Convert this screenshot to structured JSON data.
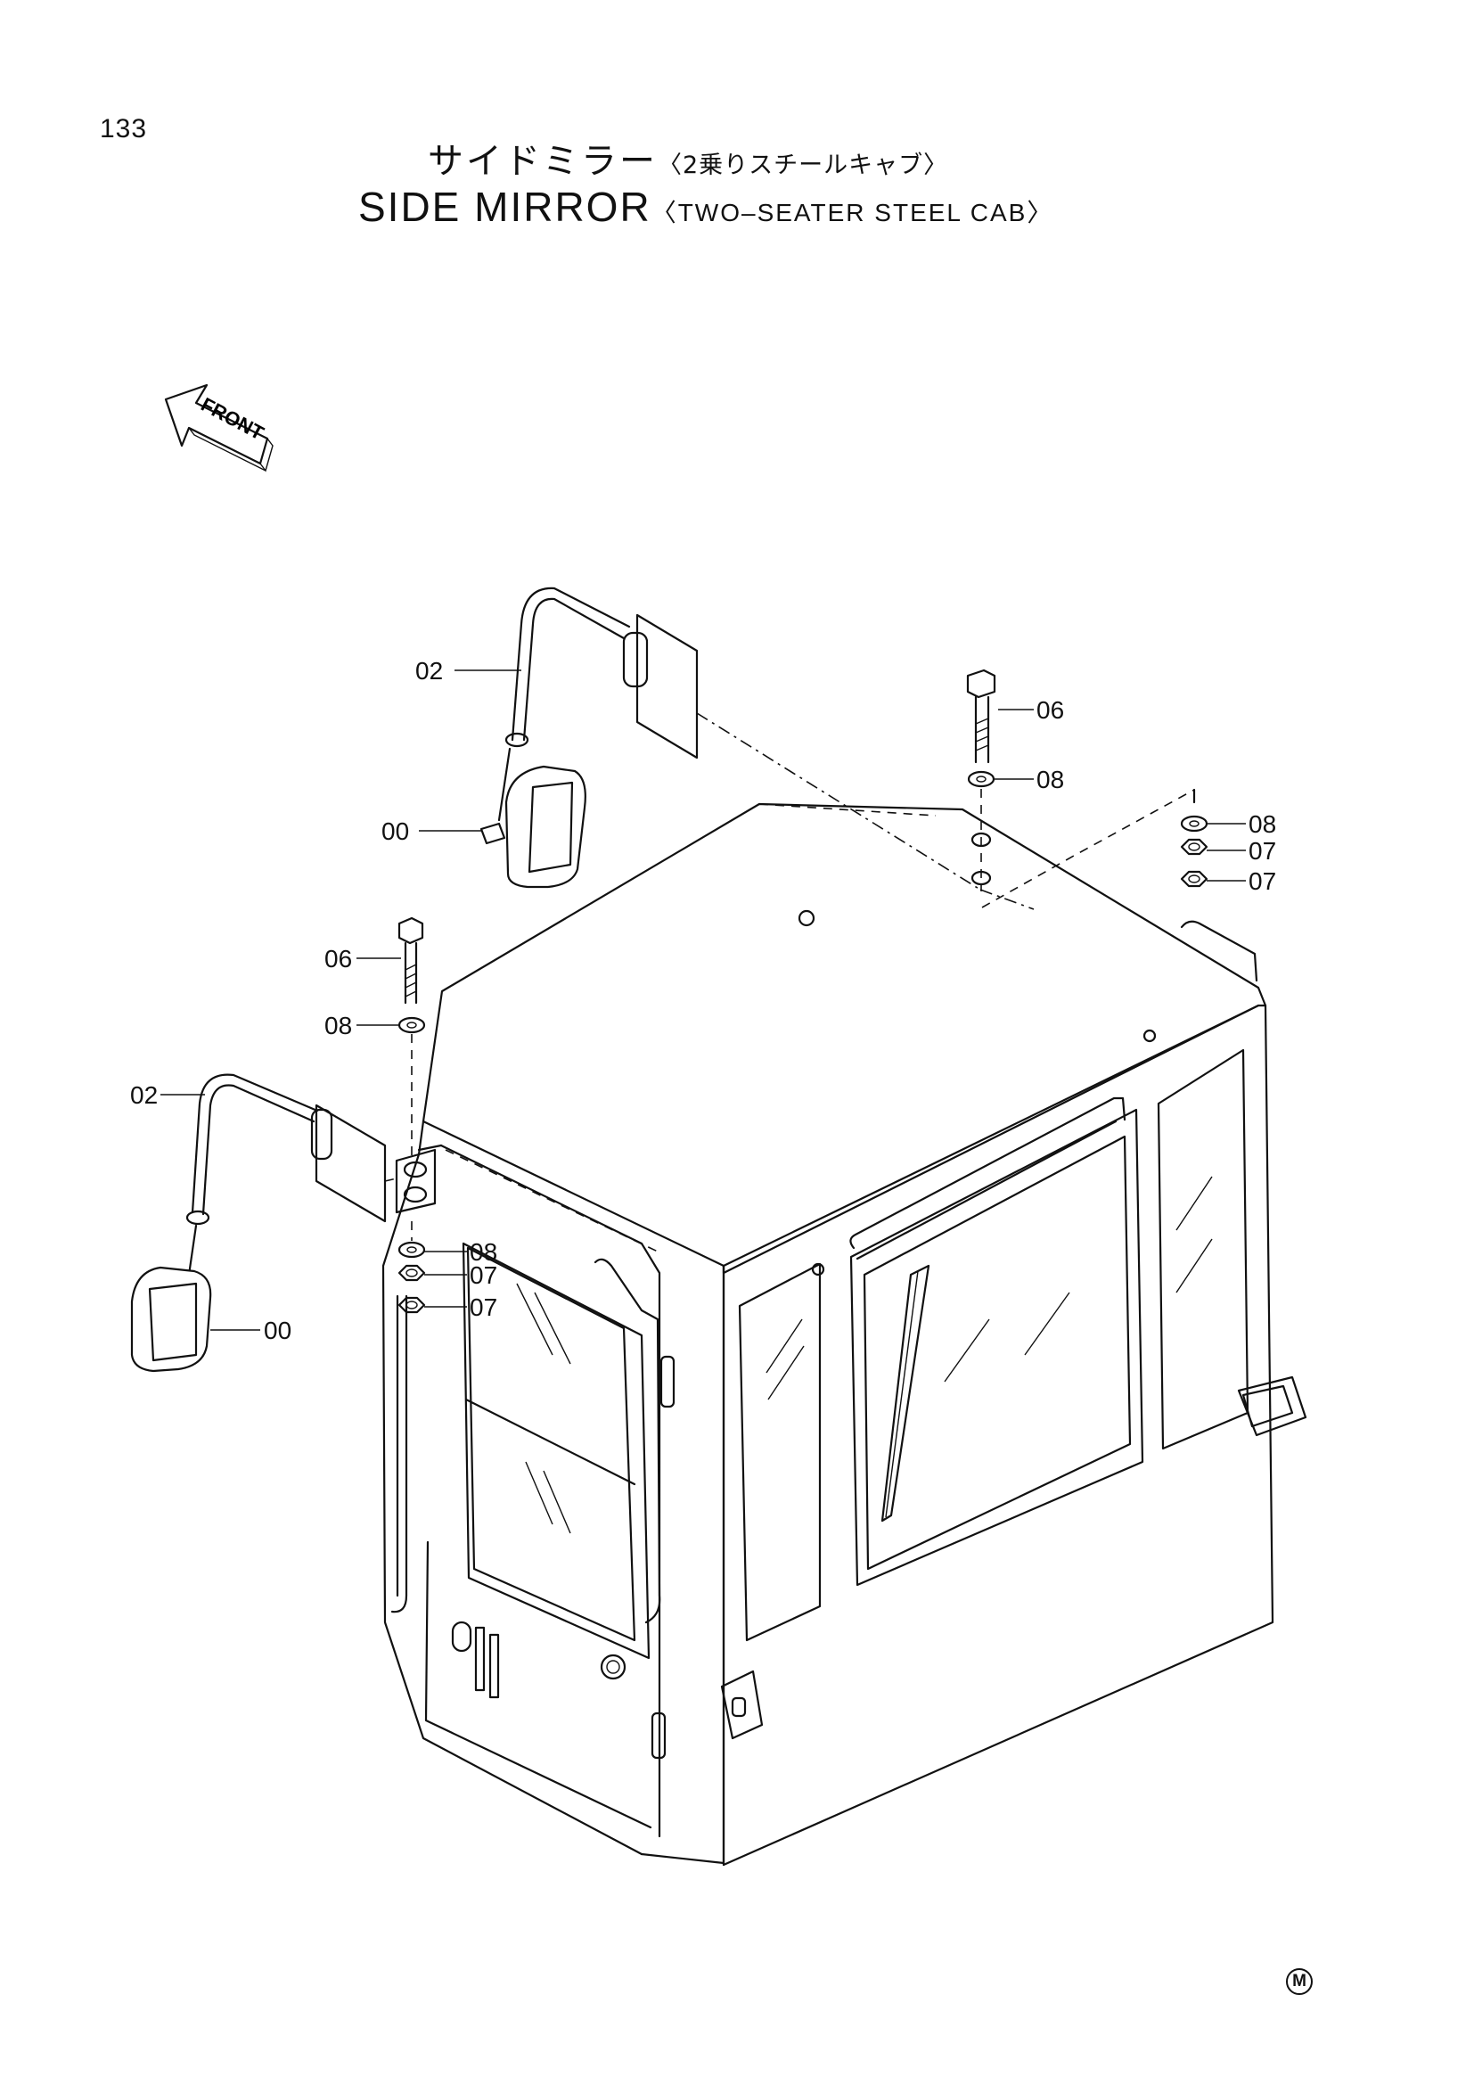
{
  "page_number": "133",
  "title_jp": {
    "main": "サイドミラー",
    "sub": "〈2乗りスチールキャブ〉"
  },
  "title_en": {
    "main": "SIDE  MIRROR",
    "sub": "〈TWO–SEATER  STEEL  CAB〉"
  },
  "front_label": "FRONT",
  "callouts": [
    {
      "id": "02",
      "text": "02"
    },
    {
      "id": "00",
      "text": "00"
    },
    {
      "id": "06",
      "text": "06"
    },
    {
      "id": "08",
      "text": "08"
    },
    {
      "id": "08",
      "text": "08"
    },
    {
      "id": "07",
      "text": "07"
    },
    {
      "id": "07",
      "text": "07"
    },
    {
      "id": "06",
      "text": "06"
    },
    {
      "id": "08",
      "text": "08"
    },
    {
      "id": "02",
      "text": "02"
    },
    {
      "id": "08",
      "text": "08"
    },
    {
      "id": "07",
      "text": "07"
    },
    {
      "id": "07",
      "text": "07"
    },
    {
      "id": "00",
      "text": "00"
    }
  ],
  "corner_mark": "M"
}
